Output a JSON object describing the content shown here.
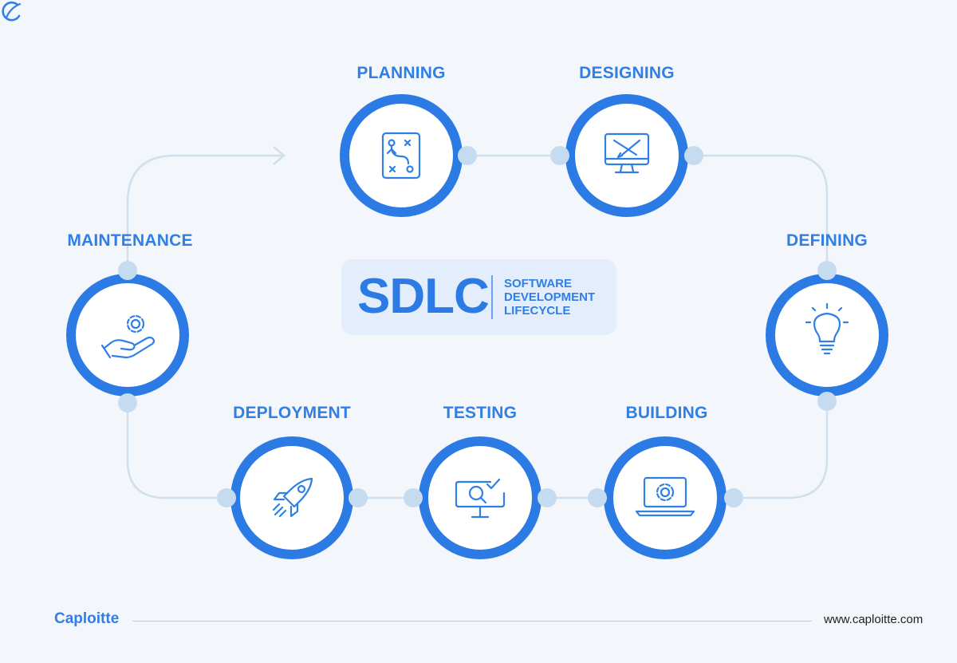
{
  "diagram": {
    "stages": [
      {
        "id": "planning",
        "label": "PLANNING",
        "icon": "plan-board-icon"
      },
      {
        "id": "designing",
        "label": "DESIGNING",
        "icon": "monitor-design-icon"
      },
      {
        "id": "defining",
        "label": "DEFINING",
        "icon": "lightbulb-icon"
      },
      {
        "id": "building",
        "label": "BUILDING",
        "icon": "laptop-gear-icon"
      },
      {
        "id": "testing",
        "label": "TESTING",
        "icon": "monitor-search-check-icon"
      },
      {
        "id": "deployment",
        "label": "DEPLOYMENT",
        "icon": "rocket-icon"
      },
      {
        "id": "maintenance",
        "label": "MAINTENANCE",
        "icon": "hand-gear-icon"
      }
    ],
    "center": {
      "acronym": "SDLC",
      "full_lines": [
        "SOFTWARE",
        "DEVELOPMENT",
        "LIFECYCLE"
      ]
    }
  },
  "footer": {
    "brand": "Caploitte",
    "url": "www.caploitte.com"
  },
  "colors": {
    "accent": "#2f7fe6",
    "ring": "#2c7be5",
    "connector": "#c5dcf0",
    "line": "#cfe0ec",
    "background": "#f3f6fa",
    "card": "#e3edfb"
  }
}
